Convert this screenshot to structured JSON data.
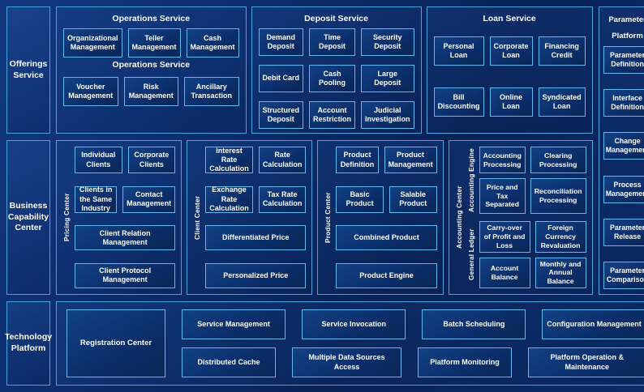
{
  "colors": {
    "background": "#0a2a66",
    "panel_border": "#4aa3dc",
    "box_border": "#5fb9f0",
    "box_fill_top": "#124184",
    "box_fill_bottom": "#092655",
    "text": "#ffffff"
  },
  "sidebar": {
    "offerings": "Offerings Service",
    "business": "Business Capability Center",
    "technology": "Technology Platform"
  },
  "operations": {
    "title": "Operations Service",
    "row1": [
      "Organizational Management",
      "Teller Management",
      "Cash Management"
    ],
    "mid_label": "Operations Service",
    "row2": [
      "Voucher Management",
      "Risk Management",
      "Ancillary Transaction"
    ]
  },
  "deposit": {
    "title": "Deposit Service",
    "boxes": [
      "Demand Deposit",
      "Time Deposit",
      "Security Deposit",
      "Debit Card",
      "Cash Pooling",
      "Large Deposit",
      "Structured Deposit",
      "Account Restriction",
      "Judicial Investigation"
    ]
  },
  "loan": {
    "title": "Loan Service",
    "boxes": [
      "Personal Loan",
      "Corporate Loan",
      "Financing Credit",
      "Bill Discounting",
      "Online Loan",
      "Syndicated Loan"
    ]
  },
  "parameter": {
    "title": "Parameter Platform",
    "items": [
      "Parameter Definition",
      "Interface Definition",
      "Change Management",
      "Process Management",
      "Parameter Release",
      "Parameter Comparison"
    ]
  },
  "capability": {
    "panels": [
      {
        "side_label": "Pricing Center",
        "grid": [
          "Individual Clients",
          "Corporate Clients",
          "Clients in the Same Industry",
          "Contact Management"
        ],
        "wide": [
          "Client Relation Management",
          "Client Protocol Management"
        ]
      },
      {
        "side_label": "Client Center",
        "grid": [
          "Interest Rate Calculation",
          "Rate Calculation",
          "Exchange Rate Calculation",
          "Tax Rate Calculation"
        ],
        "wide": [
          "Differentiated Price",
          "Personalized Price"
        ]
      },
      {
        "side_label": "Product Center",
        "grid": [
          "Product Definition",
          "Product Management",
          "Basic Product",
          "Salable Product"
        ],
        "wide": [
          "Combined Product",
          "Product Engine"
        ]
      }
    ],
    "accounting": {
      "side_label": "Accounting Center",
      "groups": [
        {
          "label": "Accounting Engine",
          "boxes": [
            "Accounting Processing",
            "Clearing Processing",
            "Price and Tax Separated",
            "Reconciliation Processing"
          ]
        },
        {
          "label": "General Ledger",
          "boxes": [
            "Carry-over of Profit and Loss",
            "Foreign Currency Revaluation",
            "Account Balance",
            "Monthly and Annual Balance"
          ]
        }
      ]
    }
  },
  "technology": {
    "registration": "Registration Center",
    "row1": [
      "Service Management",
      "Service Invocation",
      "Batch Scheduling",
      "Configuration Management"
    ],
    "row2": [
      "Distributed Cache",
      "Multiple Data Sources Access",
      "Platform Monitoring",
      "Platform Operation & Maintenance"
    ]
  }
}
